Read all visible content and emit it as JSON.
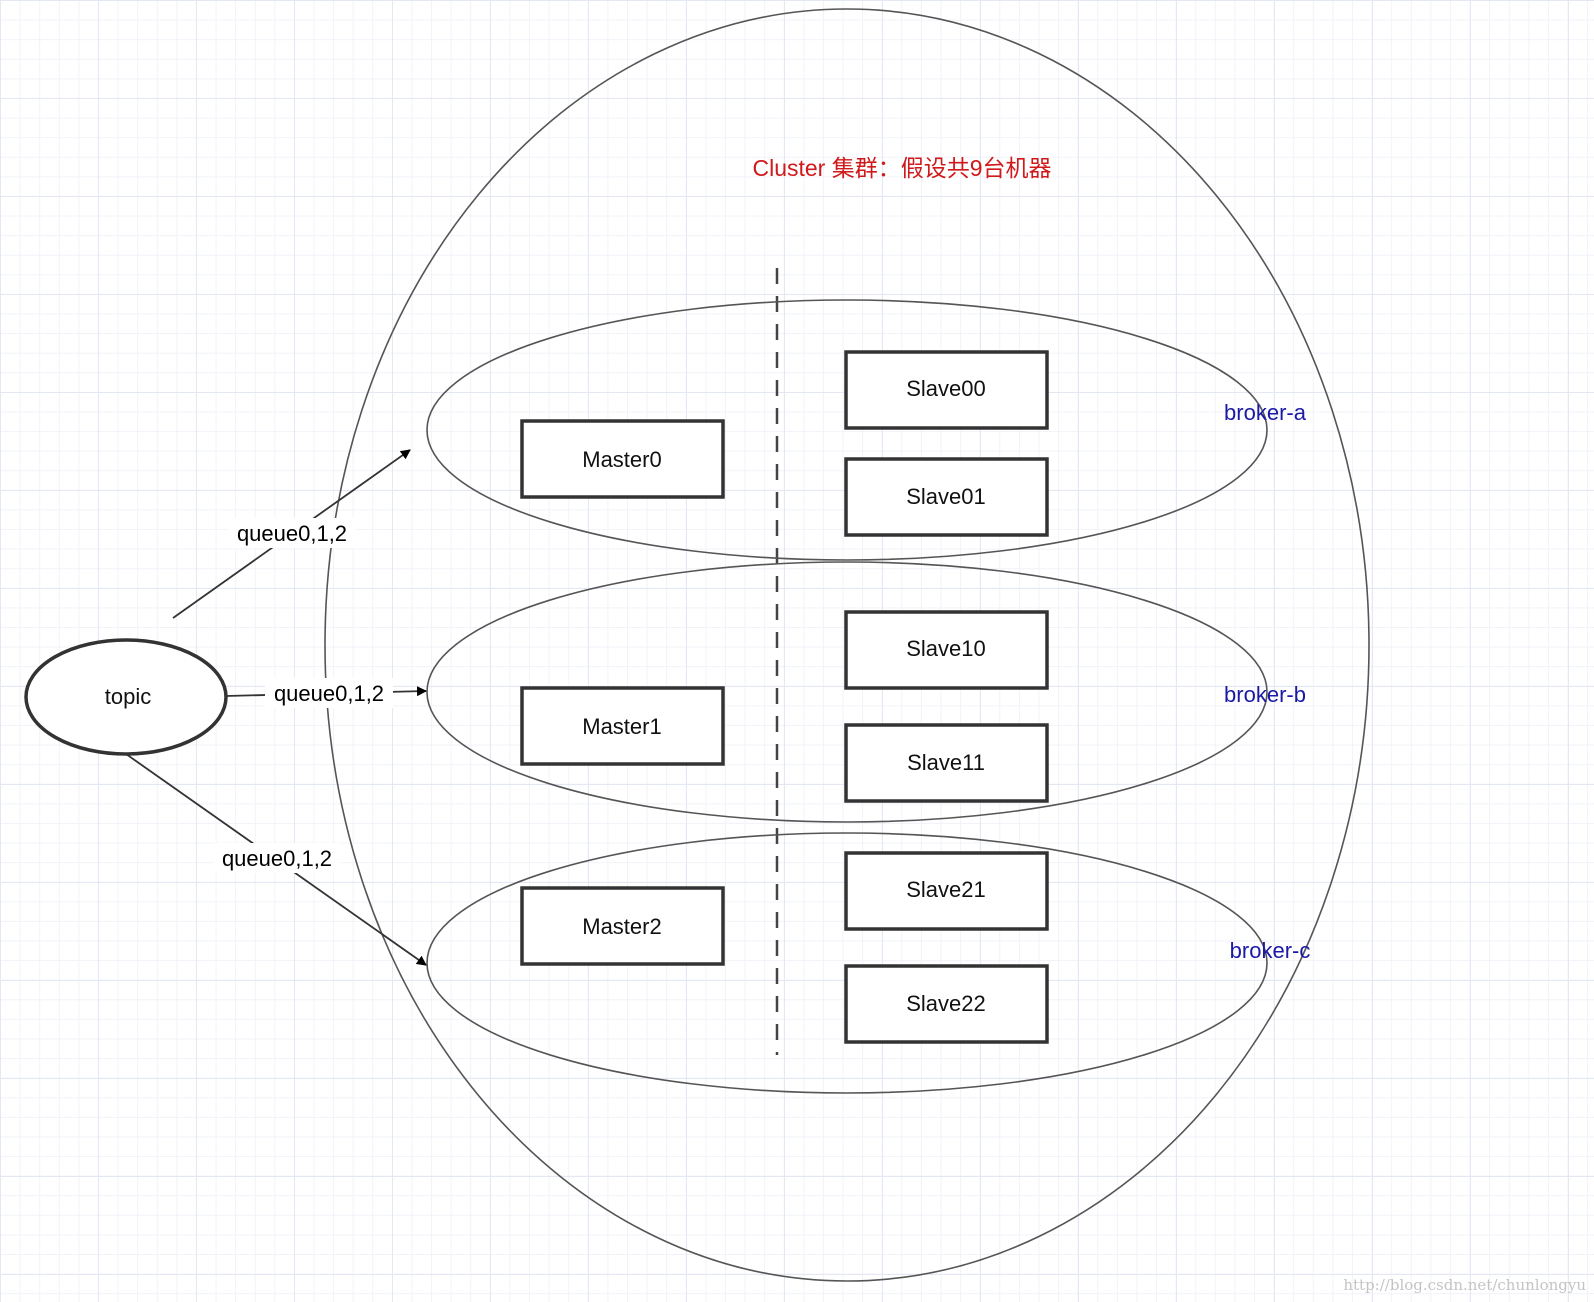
{
  "title": "Cluster 集群：假设共9台机器",
  "topic_label": "topic",
  "edges": [
    {
      "label": "queue0,1,2"
    },
    {
      "label": "queue0,1,2"
    },
    {
      "label": "queue0,1,2"
    }
  ],
  "brokers": [
    {
      "name": "broker-a",
      "master": "Master0",
      "slaves": [
        "Slave00",
        "Slave01"
      ]
    },
    {
      "name": "broker-b",
      "master": "Master1",
      "slaves": [
        "Slave10",
        "Slave11"
      ]
    },
    {
      "name": "broker-c",
      "master": "Master2",
      "slaves": [
        "Slave21",
        "Slave22"
      ]
    }
  ],
  "watermark": "http://blog.csdn.net/chunlongyu",
  "colors": {
    "title": "#d0191b",
    "broker_label": "#1a1aa6",
    "stroke": "#3a3a3a"
  }
}
